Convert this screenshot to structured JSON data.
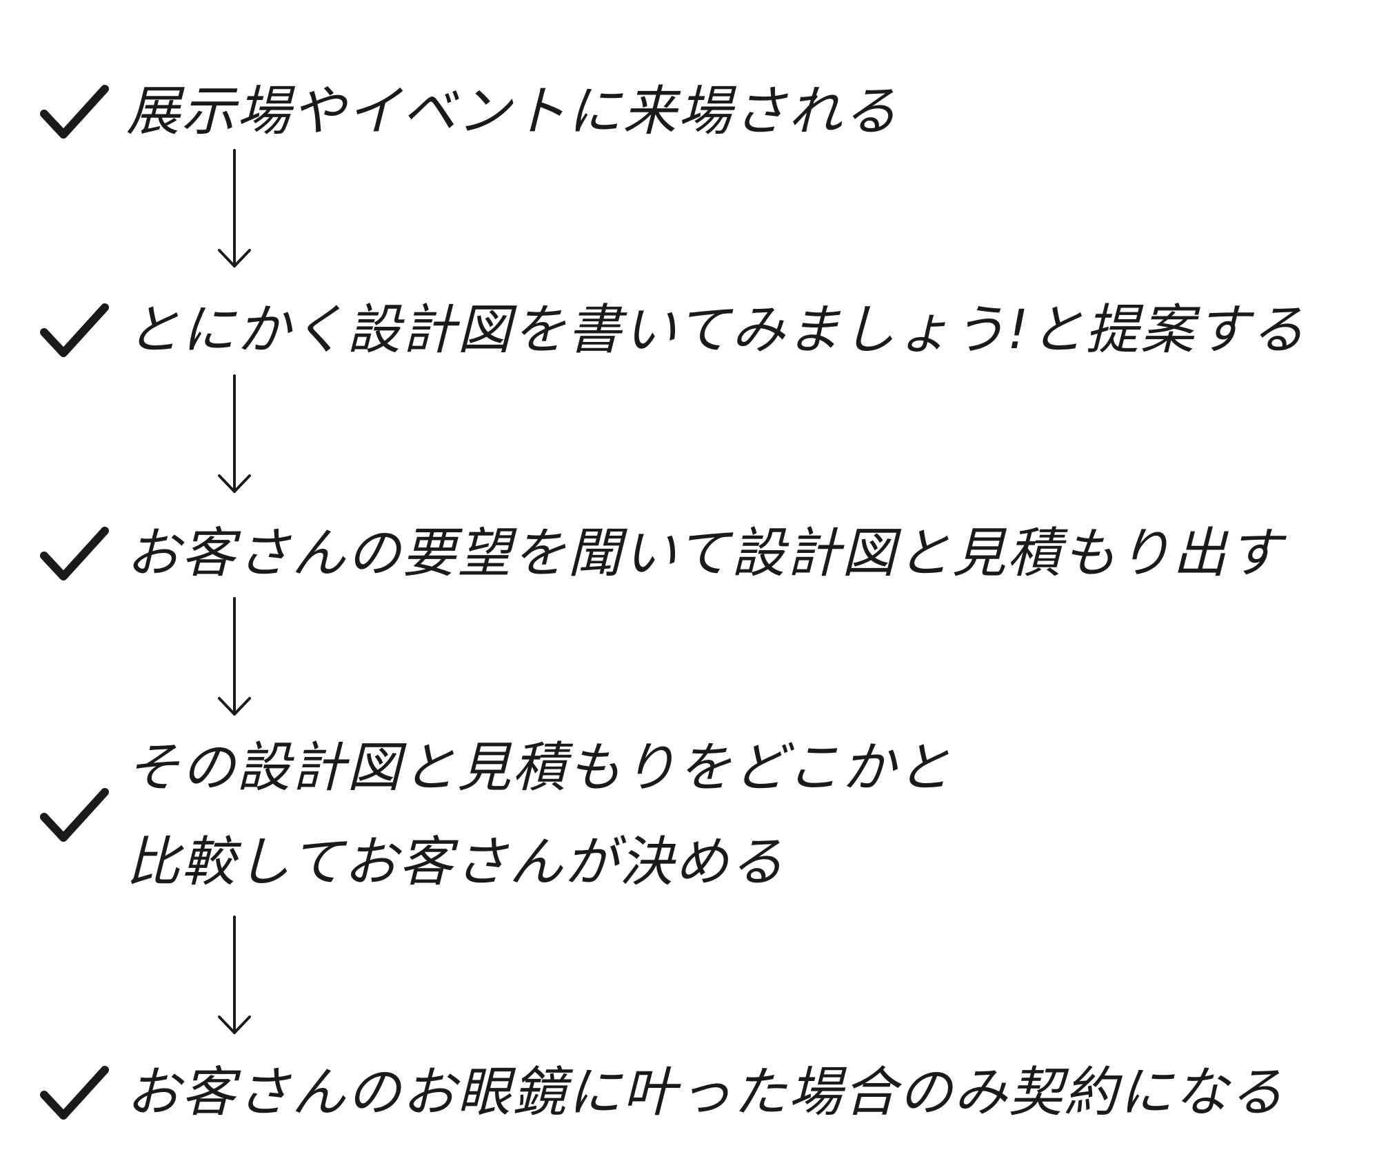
{
  "steps": [
    {
      "text_lines": [
        "展示場やイベントに来場される"
      ]
    },
    {
      "text_lines": [
        "とにかく設計図を書いてみましょう!と提案する"
      ]
    },
    {
      "text_lines": [
        "お客さんの要望を聞いて設計図と見積もり出す"
      ]
    },
    {
      "text_lines": [
        "その設計図と見積もりをどこかと",
        "比較してお客さんが決める"
      ]
    },
    {
      "text_lines": [
        "お客さんのお眼鏡に叶った場合のみ契約になる"
      ]
    }
  ],
  "icons": {
    "check": "check-mark-icon",
    "arrow": "down-arrow-icon"
  },
  "colors": {
    "ink": "#1a1a1a",
    "background": "#ffffff"
  }
}
